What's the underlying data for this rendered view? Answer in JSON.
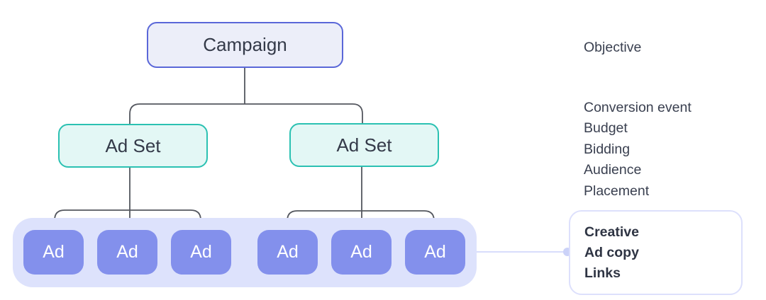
{
  "diagram": {
    "campaign": {
      "label": "Campaign"
    },
    "ad_sets": [
      {
        "label": "Ad Set"
      },
      {
        "label": "Ad Set"
      }
    ],
    "ads": [
      {
        "label": "Ad"
      },
      {
        "label": "Ad"
      },
      {
        "label": "Ad"
      },
      {
        "label": "Ad"
      },
      {
        "label": "Ad"
      },
      {
        "label": "Ad"
      }
    ],
    "annotations": {
      "campaign_level": {
        "items": [
          "Objective"
        ]
      },
      "ad_set_level": {
        "items": [
          "Conversion event",
          "Budget",
          "Bidding",
          "Audience",
          "Placement"
        ]
      },
      "ad_level": {
        "items": [
          "Creative",
          "Ad copy",
          "Links"
        ]
      }
    }
  },
  "colors": {
    "campaign_fill": "#eceef9",
    "campaign_border": "#5a67d8",
    "adset_fill": "#e3f7f5",
    "adset_border": "#2bc1b2",
    "ad_fill": "#8390ec",
    "ads_group_fill": "#dde2fc",
    "line_color": "#54575f",
    "soft_line_color": "#d8ddfb",
    "dot_color": "#cbd2f8",
    "text_dark": "#343a49",
    "text_annotation": "#3a4050",
    "text_bold": "#2e3443",
    "card_border": "#dde0fc"
  }
}
